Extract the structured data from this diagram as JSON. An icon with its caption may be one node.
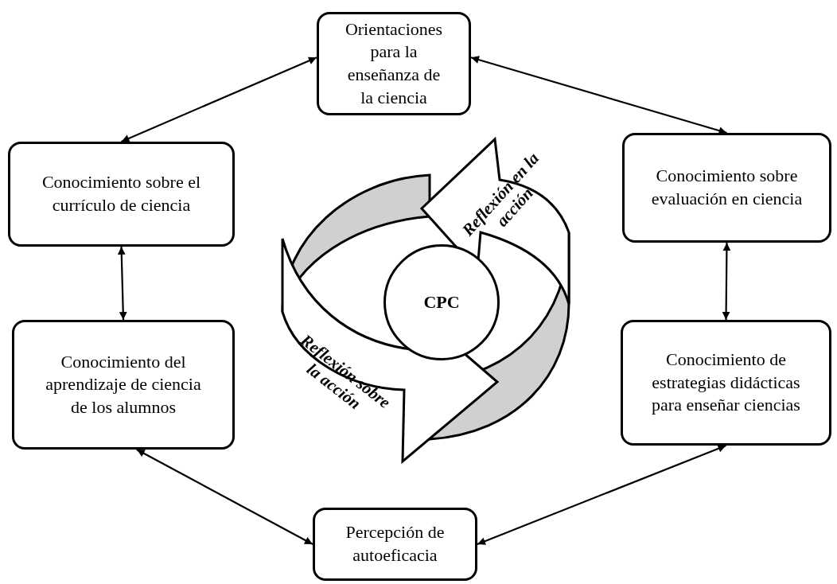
{
  "diagram": {
    "nodes": [
      {
        "text": [
          "Orientaciones para la enseñanza de la ciencia"
        ]
      },
      {
        "text": [
          "Conocimiento sobre el currículo de ciencia"
        ]
      },
      {
        "text": [
          "Conocimiento sobre evaluación en ciencia"
        ]
      },
      {
        "text": [
          "Conocimiento del aprendizaje de ciencia de los alumnos"
        ]
      },
      {
        "text": [
          "Conocimiento de estrategias didácticas para enseñar ciencias"
        ]
      },
      {
        "text": [
          "Percepción de autoeficacia"
        ]
      },
      {
        "text": [
          "CPC"
        ]
      }
    ],
    "edges": [
      {
        "from": 0,
        "to": 1,
        "arrow": "both"
      },
      {
        "from": 0,
        "to": 2,
        "arrow": "both"
      },
      {
        "from": 1,
        "to": 3,
        "arrow": "both"
      },
      {
        "from": 2,
        "to": 4,
        "arrow": "both"
      },
      {
        "from": 3,
        "to": 5,
        "arrow": "both"
      },
      {
        "from": 4,
        "to": 5,
        "arrow": "both"
      }
    ],
    "labels": [
      "Reflexión en la acción",
      "Reflexión sobre la acción"
    ]
  }
}
